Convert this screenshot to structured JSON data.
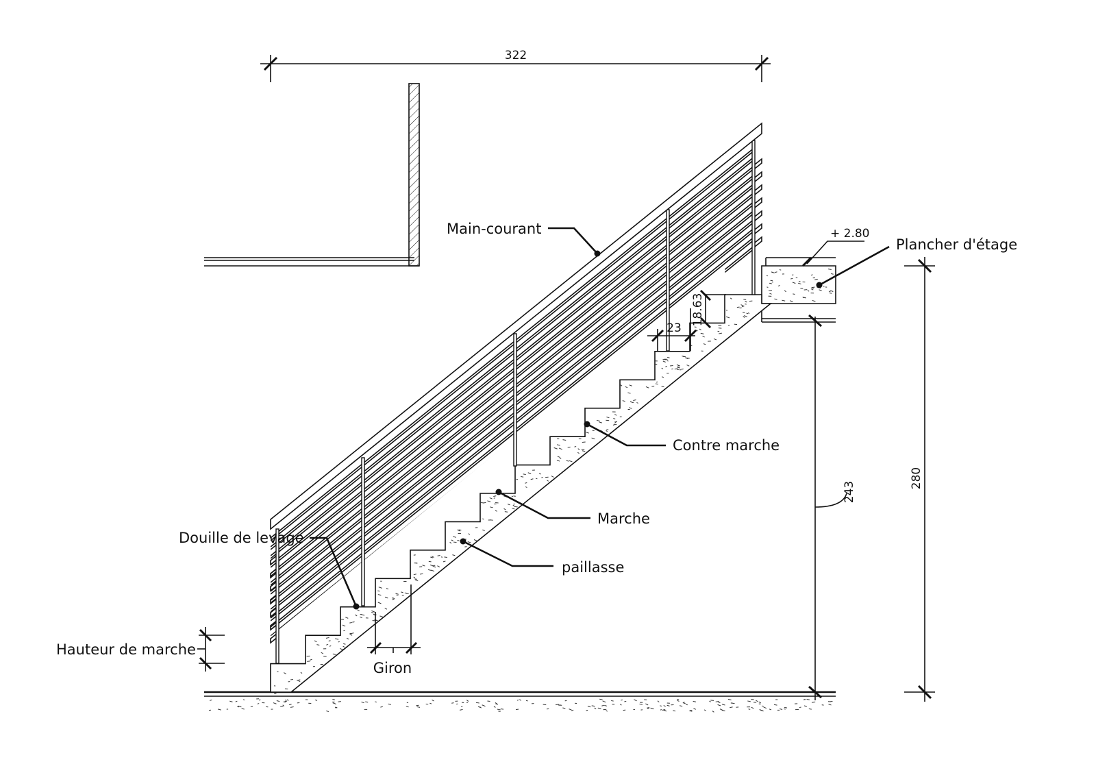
{
  "labels": {
    "main_courant": "Main-courant",
    "plancher": "Plancher d'étage",
    "contre_marche": "Contre marche",
    "marche": "Marche",
    "paillasse": "paillasse",
    "douille": "Douille de levage",
    "hauteur": "Hauteur de marche",
    "giron": "Giron"
  },
  "dimensions": {
    "width_total": "322",
    "level": "+ 2.80",
    "tread": "23",
    "riser": "18.63",
    "height_under": "243",
    "height_total": "280"
  },
  "stair": {
    "steps": 14
  }
}
